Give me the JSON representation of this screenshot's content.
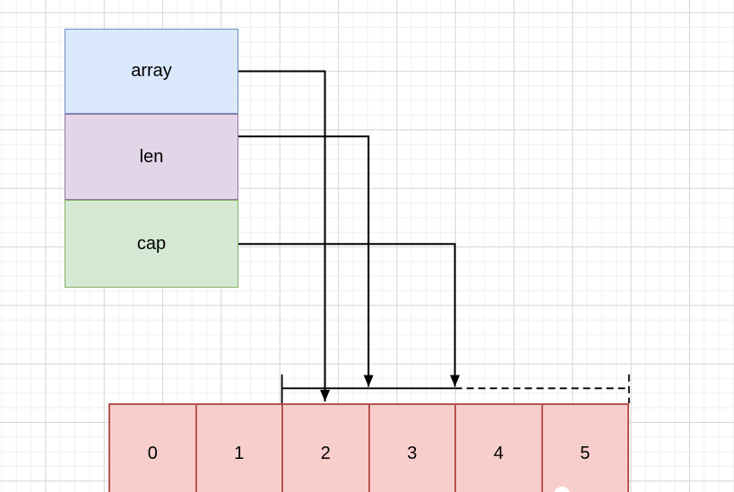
{
  "diagram": {
    "struct_fields": [
      {
        "name": "array",
        "label": "array"
      },
      {
        "name": "len",
        "label": "len"
      },
      {
        "name": "cap",
        "label": "cap"
      }
    ],
    "backing_array": {
      "cells": [
        "0",
        "1",
        "2",
        "3",
        "4",
        "5"
      ]
    }
  },
  "colors": {
    "canvas_background": "#ffffff",
    "grid_minor": "#f0f0f0",
    "grid_major": "#d7d7d7",
    "field_array_fill": "#dae8fc",
    "field_array_stroke": "#6c8ebf",
    "field_len_fill": "#e1d5e7",
    "field_len_stroke": "#9673a6",
    "field_cap_fill": "#d5e8d4",
    "field_cap_stroke": "#82b366",
    "cell_fill": "#f8cecc",
    "cell_stroke": "#b85450",
    "connector_stroke": "#000000"
  }
}
